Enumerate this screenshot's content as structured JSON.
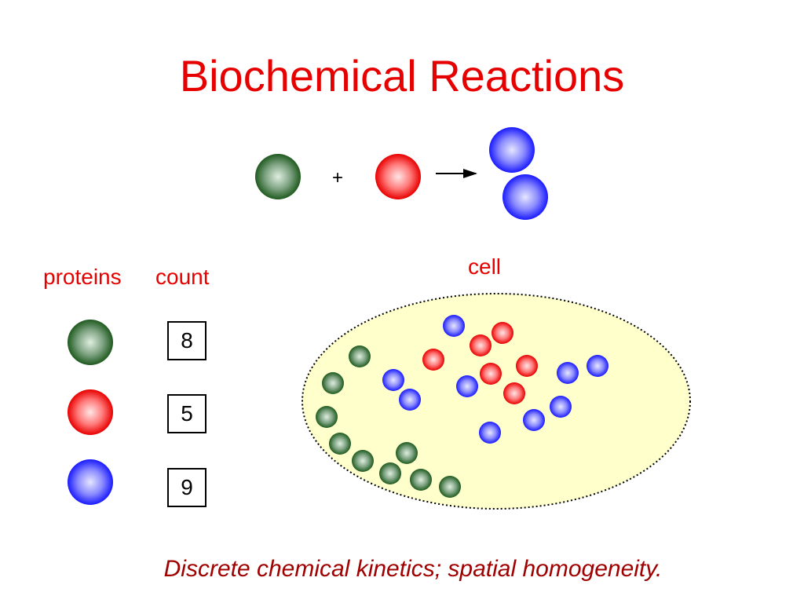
{
  "slide": {
    "title": "Biochemical Reactions",
    "reaction": {
      "plus": "+",
      "reactants": [
        "green-molecule",
        "red-molecule"
      ],
      "products": [
        "blue-molecule",
        "blue-molecule"
      ]
    },
    "labels": {
      "proteins": "proteins",
      "count": "count",
      "cell": "cell"
    },
    "species": [
      {
        "name": "green-molecule",
        "count": "8"
      },
      {
        "name": "red-molecule",
        "count": "5"
      },
      {
        "name": "blue-molecule",
        "count": "9"
      }
    ],
    "caption": "Discrete chemical kinetics; spatial homogeneity.",
    "colors": {
      "title": "#e60000",
      "caption": "#a00000",
      "green": "#2e6b2e",
      "red": "#ff2a2a",
      "blue": "#2a2aff",
      "cell_fill": "#ffffcc"
    }
  }
}
